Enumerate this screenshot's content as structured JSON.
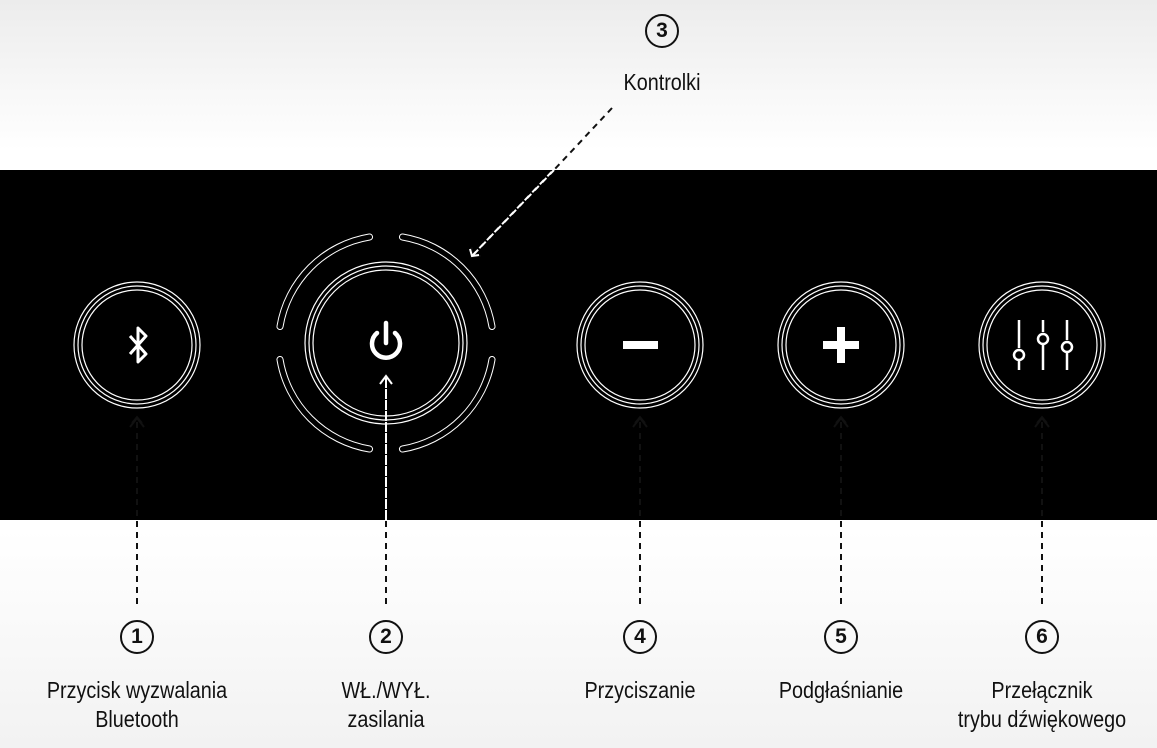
{
  "panel": {
    "color": "#000000",
    "ring_color": "#ffffff",
    "icon_color": "#ffffff"
  },
  "callouts": [
    {
      "number": "1",
      "lines": [
        "Przycisk wyzwalania",
        "Bluetooth"
      ],
      "target": "bluetooth-button"
    },
    {
      "number": "2",
      "lines": [
        "WŁ./WYŁ.",
        "zasilania"
      ],
      "target": "power-button"
    },
    {
      "number": "3",
      "lines": [
        "Kontrolki"
      ],
      "target": "indicator-lights"
    },
    {
      "number": "4",
      "lines": [
        "Przyciszanie"
      ],
      "target": "volume-down-button"
    },
    {
      "number": "5",
      "lines": [
        "Podgłaśnianie"
      ],
      "target": "volume-up-button"
    },
    {
      "number": "6",
      "lines": [
        "Przełącznik",
        "trybu dźwiękowego"
      ],
      "target": "sound-mode-button"
    }
  ],
  "buttons": [
    {
      "name": "bluetooth-button",
      "icon": "bluetooth-icon"
    },
    {
      "name": "power-button",
      "icon": "power-icon"
    },
    {
      "name": "volume-down-button",
      "icon": "minus-icon"
    },
    {
      "name": "volume-up-button",
      "icon": "plus-icon"
    },
    {
      "name": "sound-mode-button",
      "icon": "equalizer-sliders-icon"
    }
  ]
}
